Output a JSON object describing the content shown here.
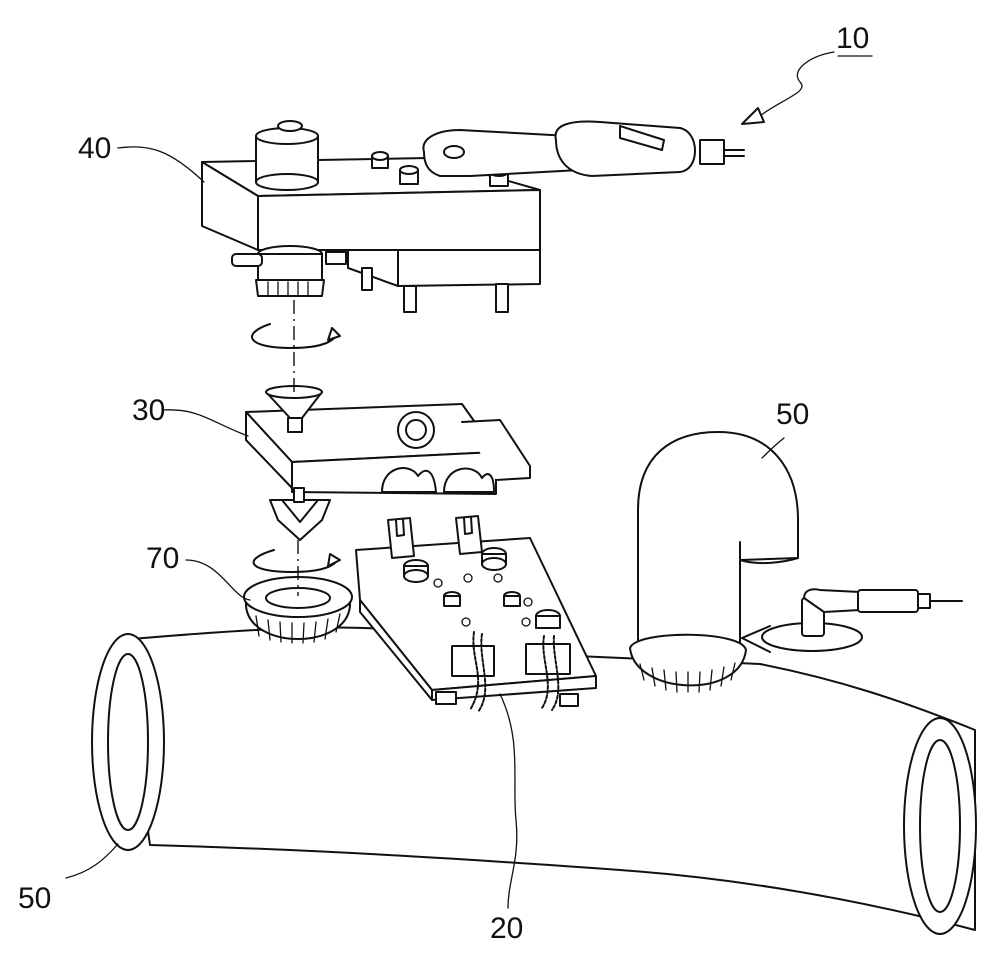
{
  "labels": {
    "assembly": "10",
    "upper_module": "40",
    "middle_module": "30",
    "lower_module": "20",
    "ring": "70",
    "pipe_left": "50",
    "pipe_right": "50"
  },
  "colors": {
    "line": "#111111",
    "background": "#ffffff"
  }
}
